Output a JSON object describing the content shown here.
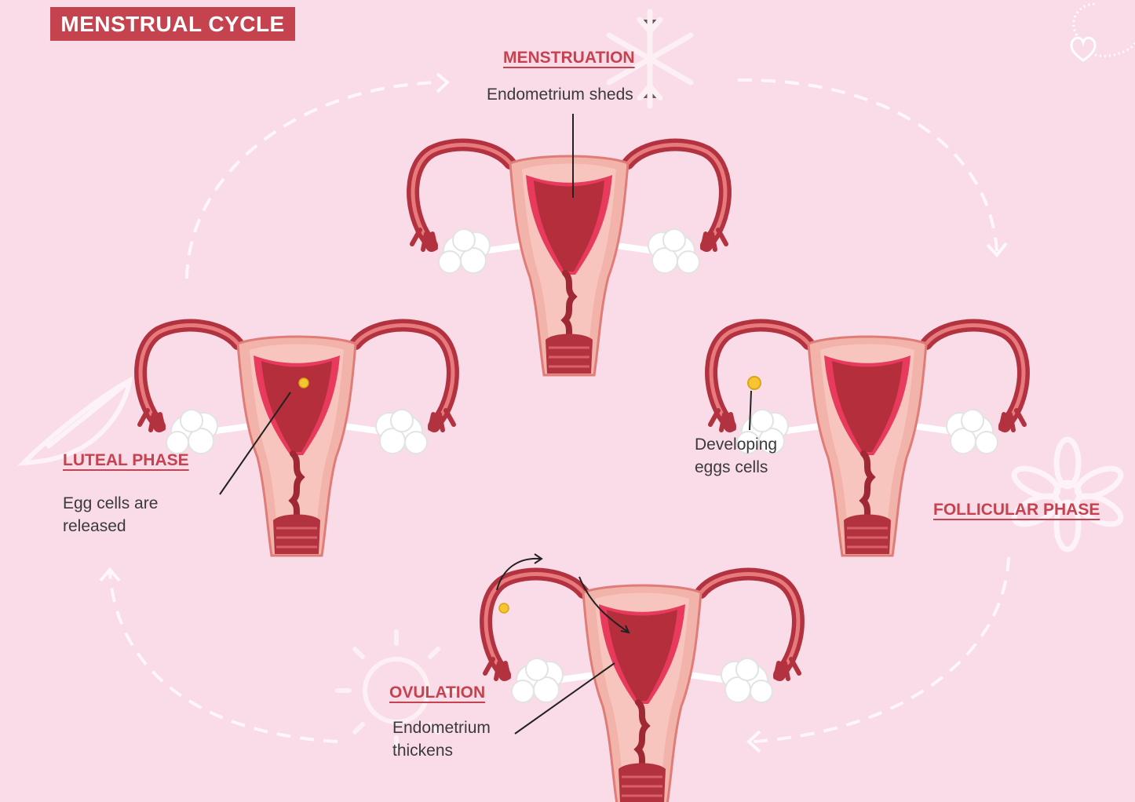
{
  "title": "MENSTRUAL CYCLE",
  "colors": {
    "background": "#fadbe8",
    "accent": "#c5434f",
    "uterus_dark": "#b2323f",
    "uterus_light": "#f2b3ab",
    "text": "#3a3a3a"
  },
  "phases": {
    "menstruation": {
      "name": "MENSTRUATION",
      "desc": [
        "Endometrium sheds"
      ]
    },
    "follicular": {
      "name": "FOLLICULAR PHASE",
      "desc": [
        "Developing",
        "eggs cells"
      ]
    },
    "ovulation": {
      "name": "OVULATION",
      "desc": [
        "Endometrium",
        "thickens"
      ]
    },
    "luteal": {
      "name": "LUTEAL PHASE",
      "desc": [
        "Egg cells are",
        "released"
      ]
    }
  }
}
